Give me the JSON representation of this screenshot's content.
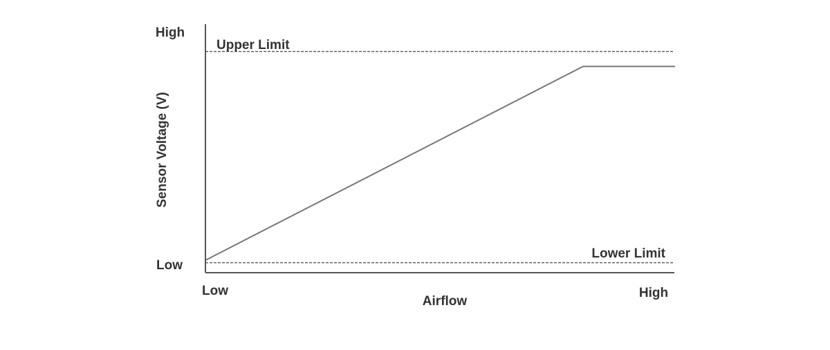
{
  "chart_data": {
    "type": "line",
    "title": "",
    "xlabel": "Airflow",
    "ylabel": "Sensor Voltage (V)",
    "xlim": [
      0,
      1
    ],
    "ylim": [
      0,
      1
    ],
    "x_tick_labels": [
      "Low",
      "High"
    ],
    "y_tick_labels": [
      "Low",
      "High"
    ],
    "grid": false,
    "legend": "none",
    "series": [
      {
        "x": [
          0,
          0.78,
          0.97
        ],
        "y": [
          0.05,
          0.83,
          0.83
        ],
        "color": "#777777"
      }
    ],
    "reference_lines": [
      {
        "label": "Upper Limit",
        "y": 0.89,
        "style": "dashed",
        "color": "#555555"
      },
      {
        "label": "Lower Limit",
        "y": 0.04,
        "style": "dashed",
        "color": "#555555"
      }
    ],
    "axis_color": "#555555",
    "text_color": "#333333"
  }
}
